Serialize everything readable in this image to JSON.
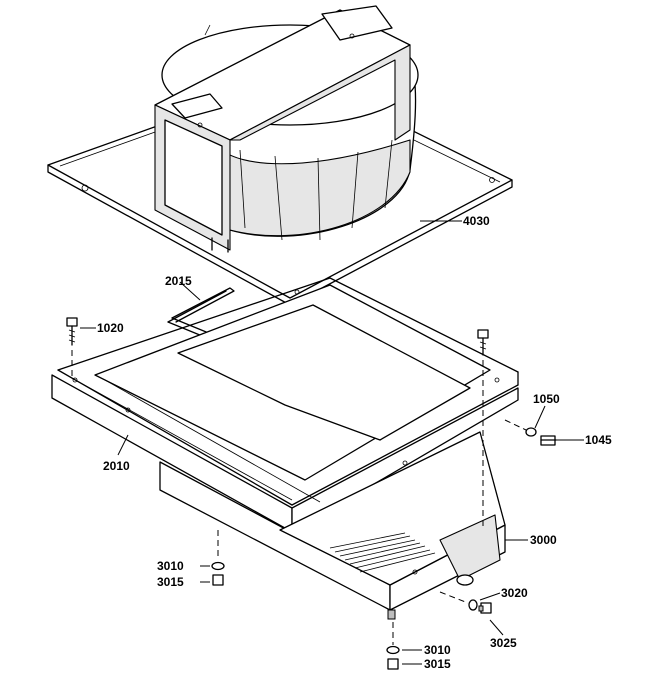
{
  "callouts": {
    "c4030": "4030",
    "c2015": "2015",
    "c1020": "1020",
    "c1050": "1050",
    "c1045": "1045",
    "c2010": "2010",
    "c3000": "3000",
    "c3010a": "3010",
    "c3015a": "3015",
    "c3020": "3020",
    "c3025": "3025",
    "c3010b": "3010",
    "c3015b": "3015"
  }
}
